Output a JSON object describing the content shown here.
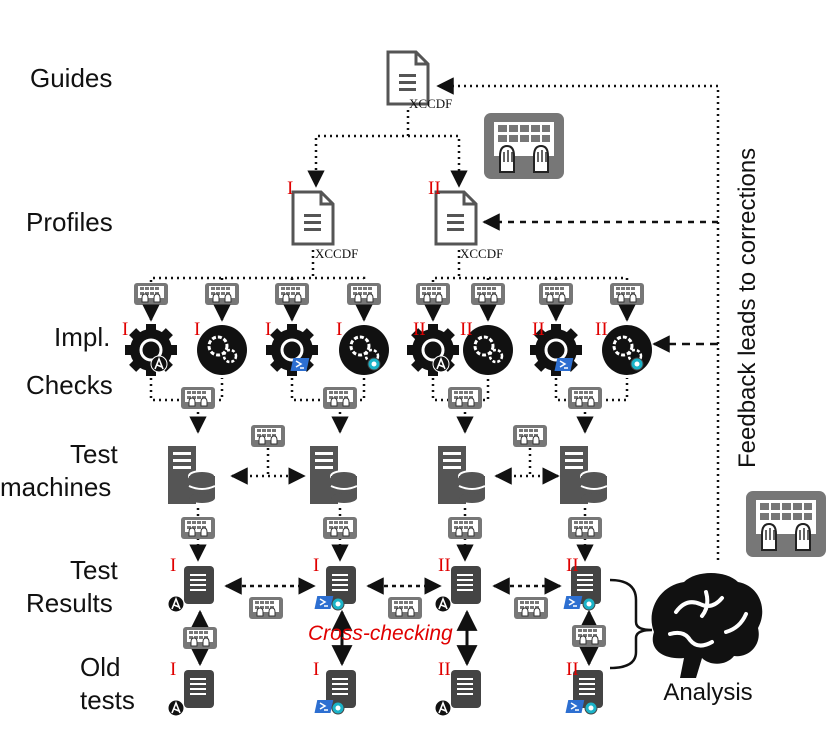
{
  "labels": {
    "guides": "Guides",
    "profiles": "Profiles",
    "impl": "Impl.",
    "checks": "Checks",
    "test_machines_1": "Test",
    "test_machines_2": "machines",
    "test_results_1": "Test",
    "test_results_2": "Results",
    "old_tests_1": "Old",
    "old_tests_2": "tests"
  },
  "doc_tag": "XCCDF",
  "profile_markers": [
    "I",
    "II"
  ],
  "impl_markers": [
    "I",
    "I",
    "I",
    "I",
    "II",
    "II",
    "II",
    "II"
  ],
  "result_markers": [
    "I",
    "I",
    "II",
    "II"
  ],
  "old_markers": [
    "I",
    "I",
    "II",
    "II"
  ],
  "cross_checking": "Cross-checking",
  "feedback": "Feedback leads to corrections",
  "analysis": "Analysis",
  "colors": {
    "accent": "#e00000",
    "icon": "#555555",
    "dark": "#222222"
  }
}
